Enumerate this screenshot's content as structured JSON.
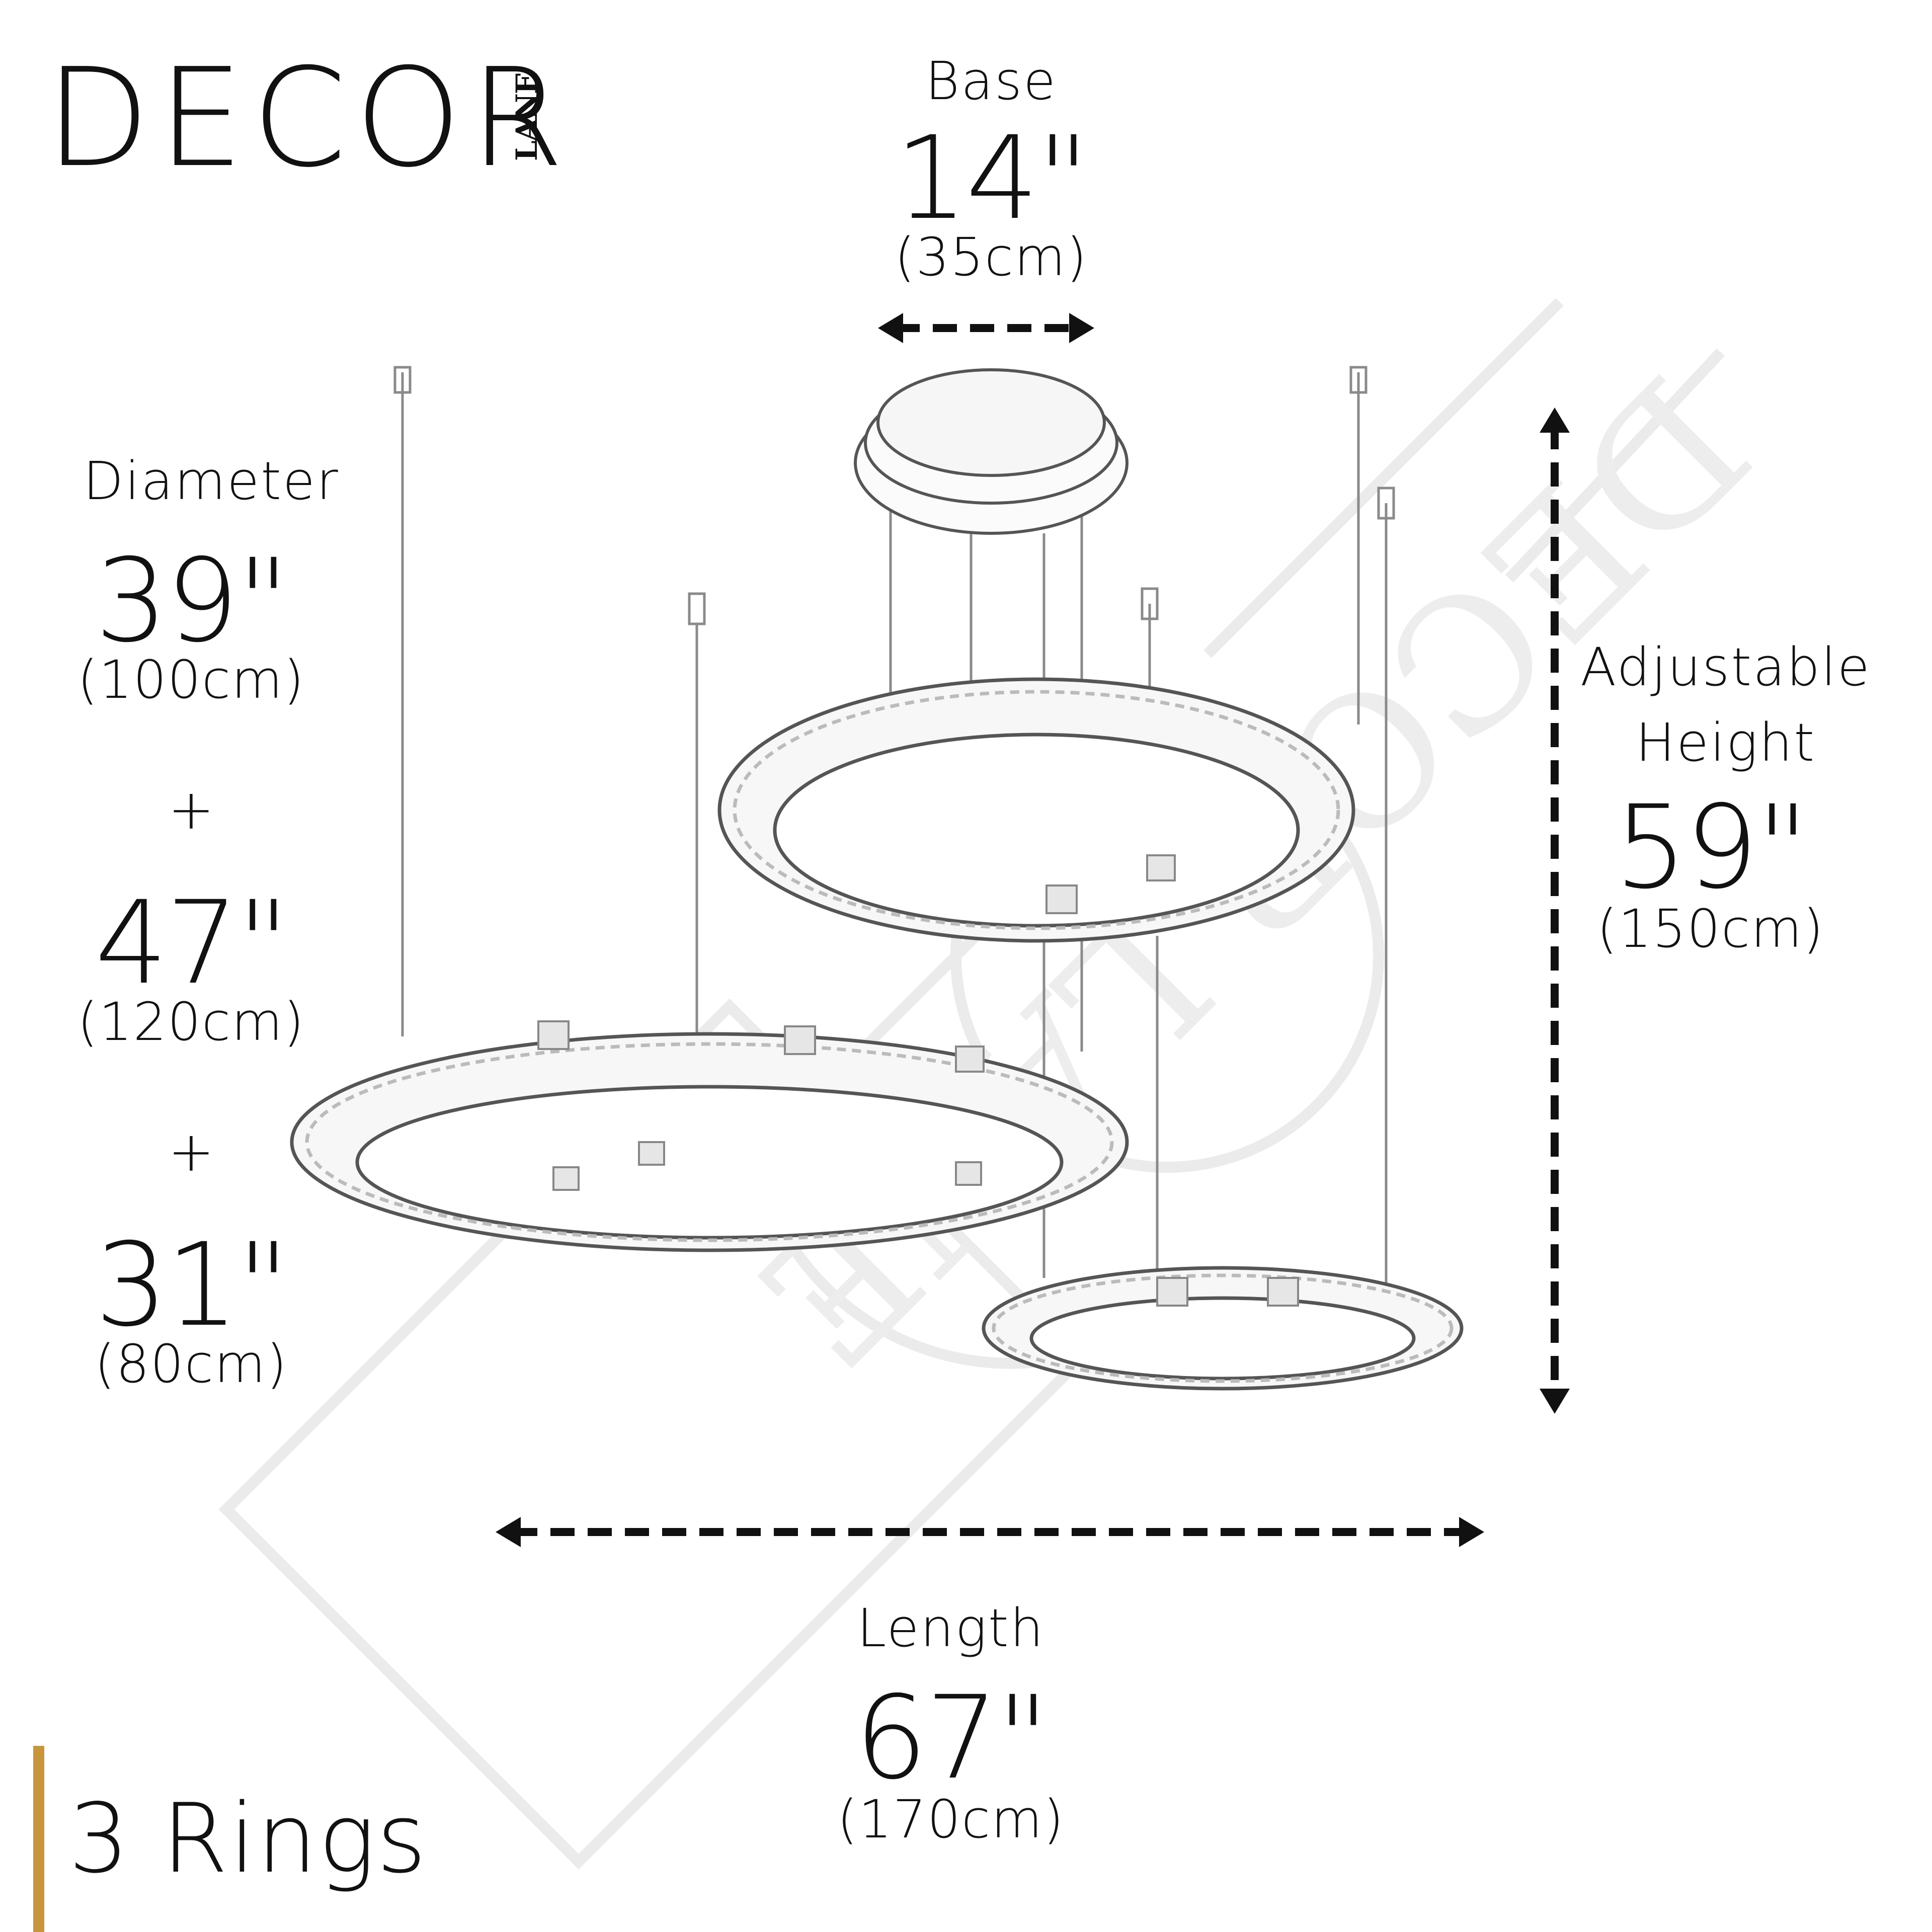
{
  "brand": {
    "name": "DECOR",
    "sub": "LANE",
    "accent": "#c9953c"
  },
  "watermark": {
    "text": "DECOR LANE"
  },
  "base": {
    "label": "Base",
    "imperial": "14\"",
    "metric": "(35cm)"
  },
  "diameter": {
    "label": "Diameter",
    "separator": "+",
    "sizes": [
      {
        "imperial": "39\"",
        "metric": "(100cm)"
      },
      {
        "imperial": "47\"",
        "metric": "(120cm)"
      },
      {
        "imperial": "31\"",
        "metric": "(80cm)"
      }
    ]
  },
  "height": {
    "label_line1": "Adjustable",
    "label_line2": "Height",
    "imperial": "59\"",
    "metric": "(150cm)"
  },
  "length": {
    "label": "Length",
    "imperial": "67\"",
    "metric": "(170cm)"
  },
  "tagline": "3 Rings"
}
